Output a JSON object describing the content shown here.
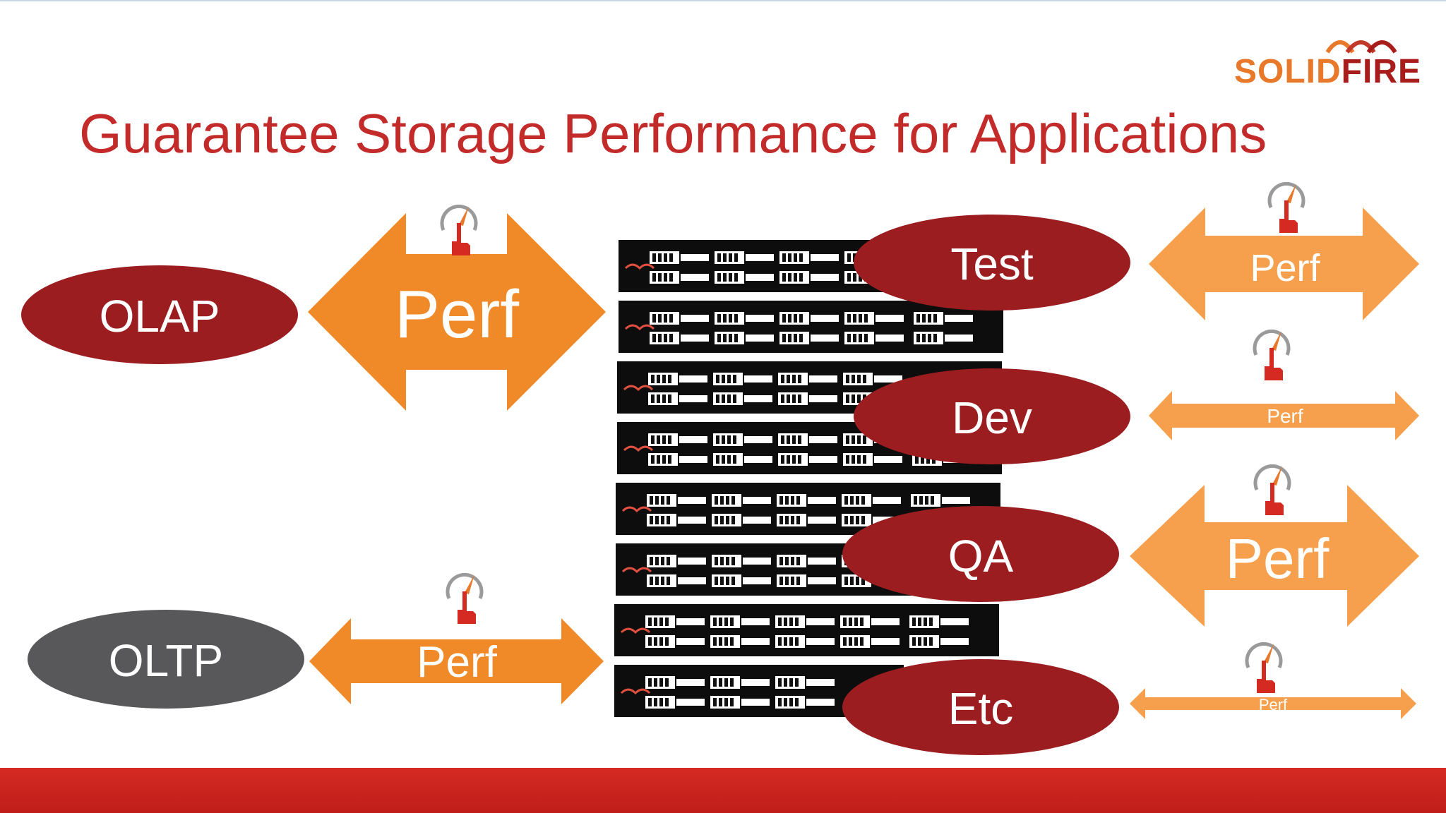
{
  "logo": {
    "solid": "SOLID",
    "fire": "FIRE"
  },
  "title": "Guarantee Storage Performance for Applications",
  "workloads": {
    "olap": "OLAP",
    "oltp": "OLTP",
    "test": "Test",
    "dev": "Dev",
    "qa": "QA",
    "etc": "Etc"
  },
  "perf_label": "Perf",
  "colors": {
    "title": "#c32a2a",
    "dark_red": "#9b1d20",
    "gray": "#58575a",
    "orange": "#f08a29",
    "light_orange": "#f6a04d",
    "bottom_bar": "#c81f1c"
  }
}
